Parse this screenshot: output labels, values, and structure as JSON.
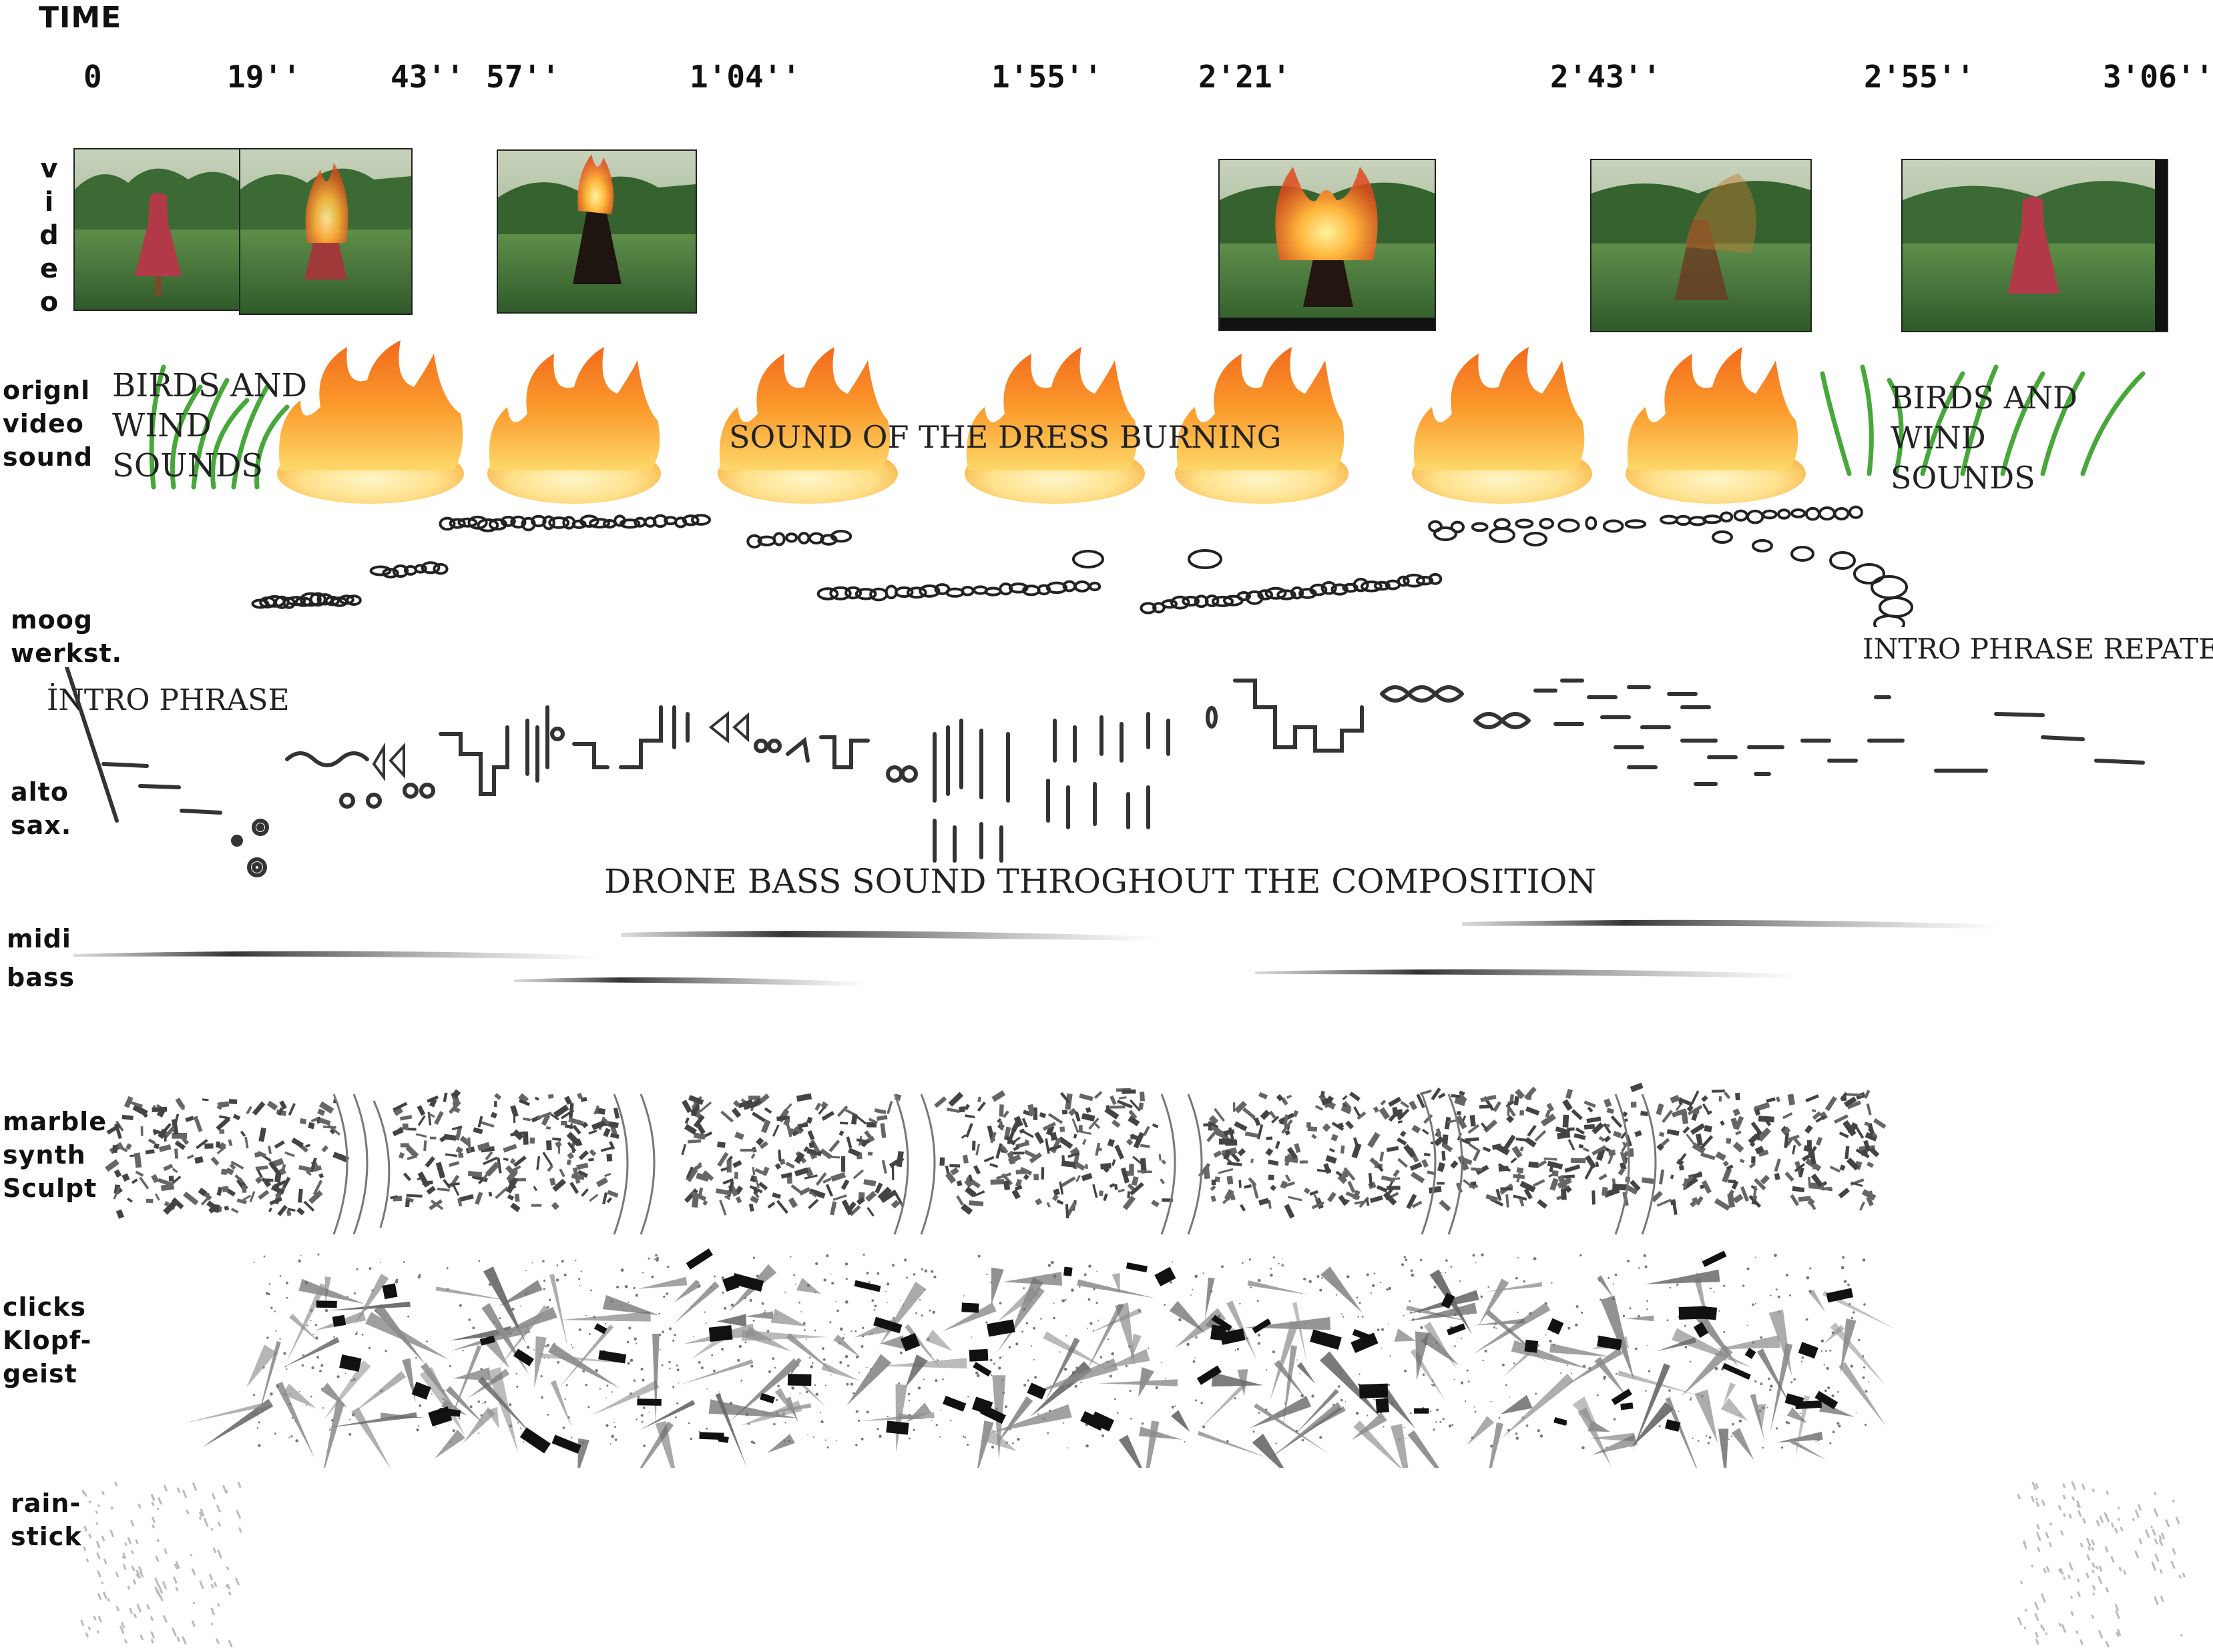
{
  "timeline": {
    "title": "TIME",
    "ticks": [
      "0",
      "19''",
      "43''",
      "57''",
      "1'04''",
      "1'55''",
      "2'21'",
      "2'43''",
      "2'55''",
      "3'06''"
    ]
  },
  "rows": {
    "video": "video",
    "orig_line1": "orignl",
    "orig_line2": "video",
    "orig_line3": "sound",
    "moog_line1": "moog",
    "moog_line2": "werkst.",
    "alto_line1": "alto",
    "alto_line2": "sax.",
    "midi_line1": "midi",
    "midi_line2": "bass",
    "marble_line1": "marble",
    "marble_line2": "synth",
    "marble_line3": "Sculpt",
    "clicks_line1": "clicks",
    "clicks_line2": "Klopf-",
    "clicks_line3": "geist",
    "rain_line1": "rain-",
    "rain_line2": "stick"
  },
  "annotations": {
    "birds_left_1": "BIRDS AND",
    "birds_left_2": "WIND",
    "birds_left_3": "SOUNDS",
    "dress_burning": "SOUND OF THE DRESS BURNING",
    "birds_right_1": "BIRDS AND",
    "birds_right_2": "WIND",
    "birds_right_3": "SOUNDS",
    "intro_phrase": "İNTRO PHRASE",
    "intro_repeated": "INTRO PHRASE REPATED",
    "drone_bass": "DRONE BASS SOUND THROGHOUT THE COMPOSITION"
  },
  "colors": {
    "grass": "#3e7a3a",
    "sky": "#b8c9a8",
    "dress_red": "#b23a48",
    "flame_orange": "#f28a1e",
    "flame_yellow": "#ffd84a",
    "ink": "#222222",
    "gray": "#8a8a8a"
  }
}
